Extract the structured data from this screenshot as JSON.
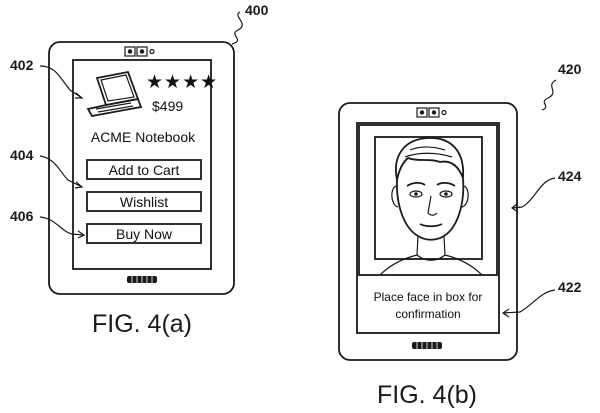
{
  "figure_a": {
    "caption": "FIG. 4(a)",
    "ref_device": "400",
    "ref_product": "402",
    "ref_buttons": "404",
    "ref_buy": "406",
    "product": {
      "rating": "★★★★",
      "price": "$499",
      "name": "ACME Notebook"
    },
    "buttons": {
      "add_to_cart": "Add to Cart",
      "wishlist": "Wishlist",
      "buy_now": "Buy Now"
    }
  },
  "figure_b": {
    "caption": "FIG. 4(b)",
    "ref_device": "420",
    "ref_face_box": "424",
    "ref_message": "422",
    "message_line1": "Place face in box for",
    "message_line2": "confirmation"
  },
  "icons": [
    "camera-icon",
    "laptop-icon",
    "star-icon",
    "home-button-icon",
    "face-icon"
  ]
}
